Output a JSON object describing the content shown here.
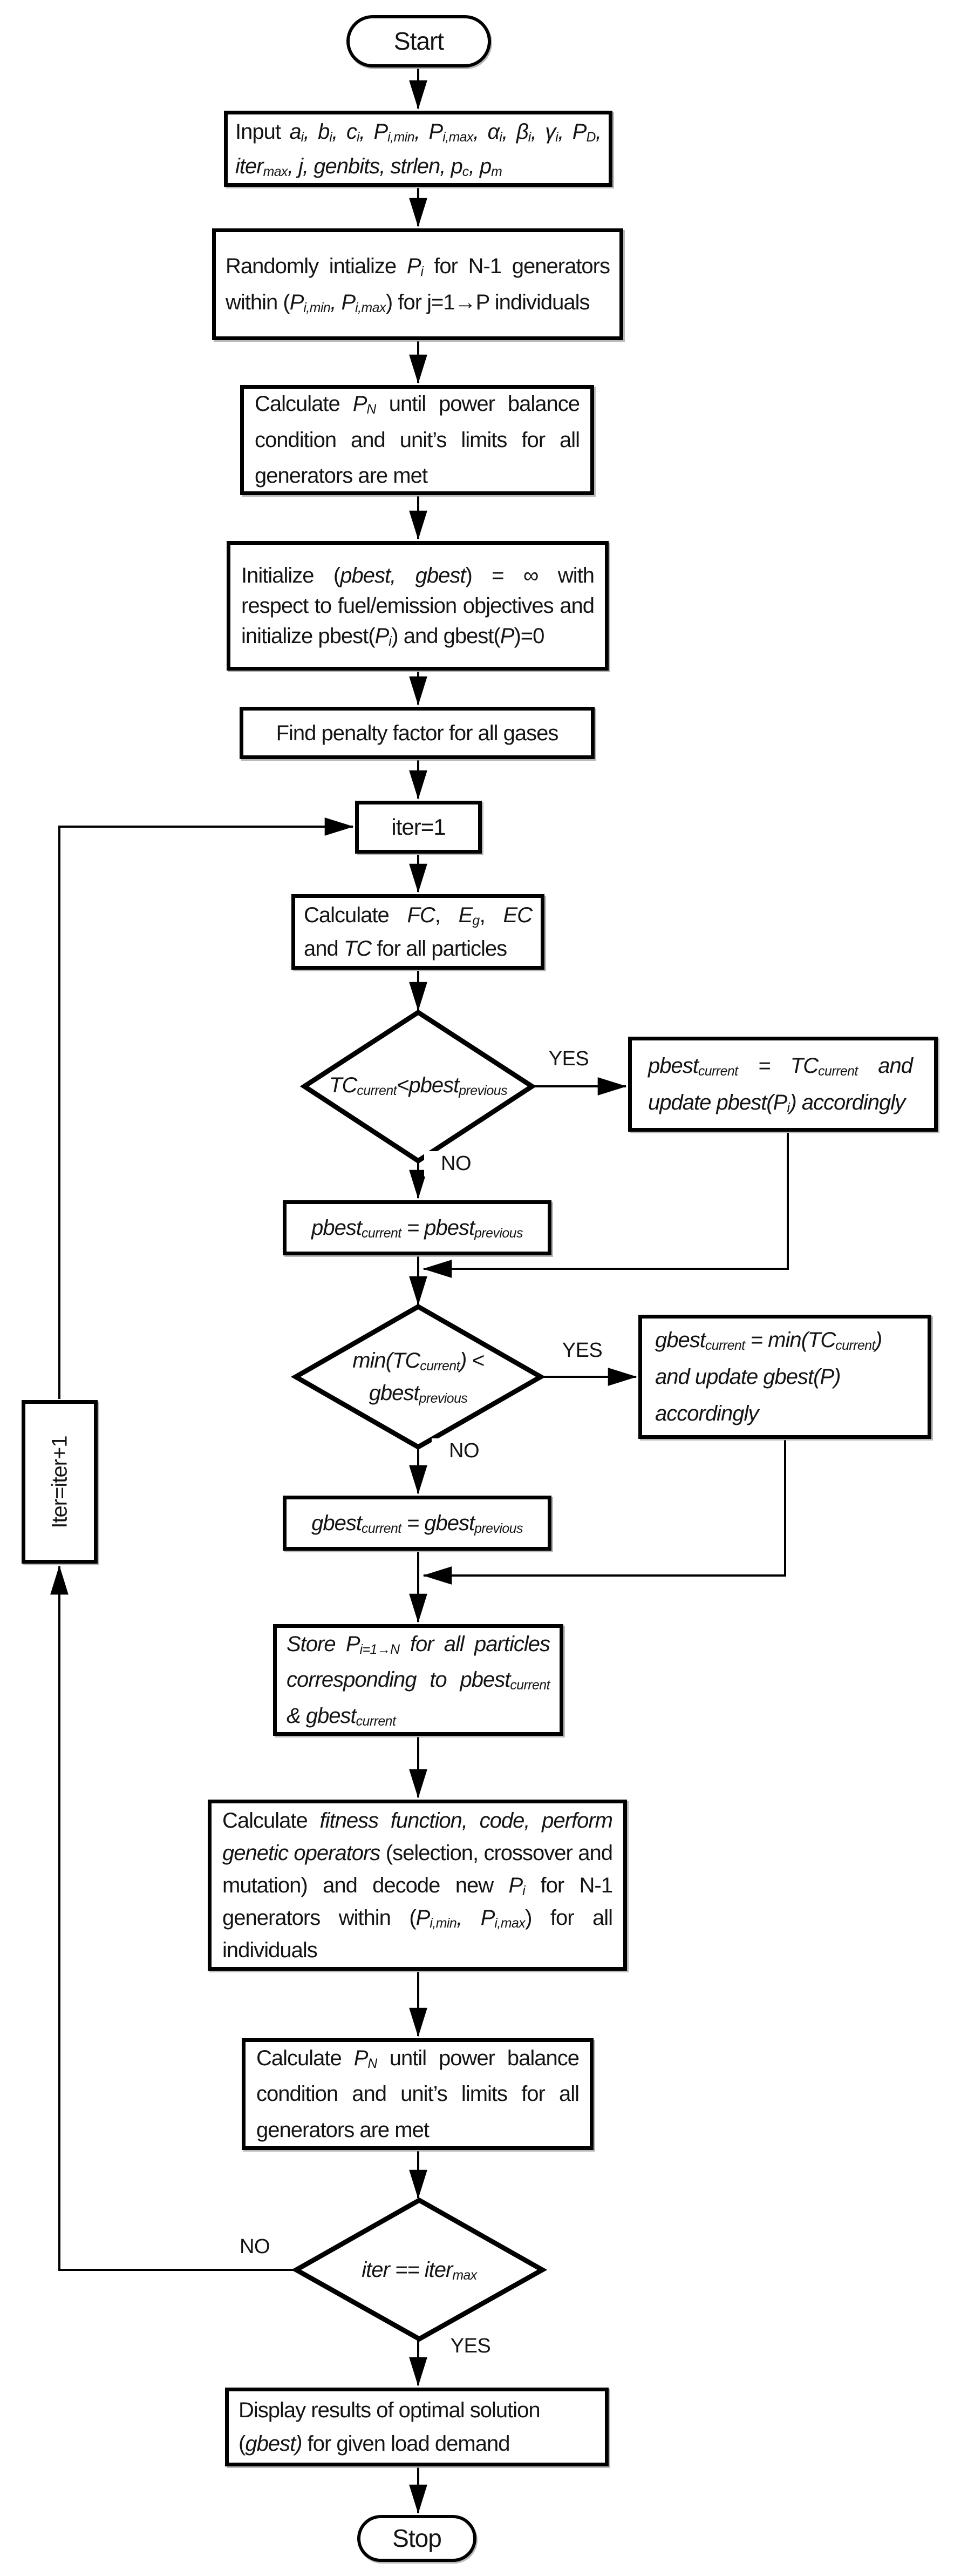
{
  "flowchart": {
    "colors": {
      "stroke": "#000000",
      "fill": "#ffffff",
      "text": "#141414"
    },
    "labels": {
      "yes": "YES",
      "no": "NO"
    },
    "nodes": {
      "start": {
        "type": "terminator",
        "text": "Start"
      },
      "input": {
        "type": "process",
        "html": "Input <i>a<sub>i</sub>, b<sub>i</sub>, c<sub>i</sub>, P<sub>i,min</sub>, P<sub>i,max</sub>, α<sub>i</sub>, β<sub>i</sub>, γ<sub>i</sub>, P<sub>D</sub>, iter<sub>max</sub>, j, genbits, strlen, p<sub>c</sub>, p<sub>m</sub></i>"
      },
      "random_init": {
        "type": "process",
        "html": "Randomly intialize <i>P<sub>i</sub></i> for N-1 generators within (<i>P<sub>i,min</sub>, P<sub>i,max</sub></i>) for j=1→P individuals"
      },
      "calc_pn_1": {
        "type": "process",
        "html": "Calculate <i>P<sub>N</sub></i> until power balance condition and unit’s limits for all generators are met"
      },
      "init_best": {
        "type": "process",
        "html": "Initialize (<i>pbest, gbest</i>) = ∞ with respect to fuel/emission objectives and initialize pbest(<i>P<sub>i</sub></i>) and gbest(<i>P</i>)=0"
      },
      "penalty": {
        "type": "process",
        "html": "Find penalty factor for all gases"
      },
      "iter_init": {
        "type": "process",
        "html": "iter=1"
      },
      "calc_costs": {
        "type": "process",
        "html": "Calculate <i>FC</i>, <i>E<sub>g</sub></i>, <i>EC</i> and <i>TC</i> for all particles"
      },
      "dec_pbest": {
        "type": "decision",
        "html": "<i>TC<sub>current</sub></i> &lt;<br><i>pbest<sub>previous</sub></i>"
      },
      "pbest_update": {
        "type": "process",
        "html": "<i>pbest<sub>current</sub> = TC<sub>current</sub> and update pbest(P<sub>i</sub>) accordingly</i>"
      },
      "pbest_keep": {
        "type": "process",
        "html": "<i>pbest<sub>current</sub> = pbest<sub>previous</sub></i>"
      },
      "dec_gbest": {
        "type": "decision",
        "html": "<i>min(TC<sub>current</sub>) &lt;<br>gbest<sub>previous</sub></i>"
      },
      "gbest_update": {
        "type": "process",
        "html": "<i>gbest<sub>current</sub> = min(TC<sub>current</sub>) and update gbest(P) accordingly</i>"
      },
      "gbest_keep": {
        "type": "process",
        "html": "<i>gbest<sub>current</sub> = gbest<sub>previous</sub></i>"
      },
      "store": {
        "type": "process",
        "html": "<i>Store P<sub>i=1→N</sub> for all particles corresponding to pbest<sub>current</sub> &amp; gbest<sub>current</sub></i>"
      },
      "genetic": {
        "type": "process",
        "html": "Calculate <i>fitness function, code, perform genetic operators</i> (selection, crossover and mutation) and decode new <i>P<sub>i</sub></i> for N-1 generators within (<i>P<sub>i,min</sub>, P<sub>i,max</sub></i>) for all individuals"
      },
      "calc_pn_2": {
        "type": "process",
        "html": "Calculate <i>P<sub>N</sub></i> until power balance condition and unit’s limits for all generators are met"
      },
      "dec_iter": {
        "type": "decision",
        "html": "<i>iter == iter<sub>max</sub></i>"
      },
      "display": {
        "type": "process",
        "html": "Display results of optimal solution (<i>gbest)</i> for given load demand"
      },
      "stop": {
        "type": "terminator",
        "text": "Stop"
      },
      "iter_inc": {
        "type": "process",
        "text": "Iter=iter+1"
      }
    },
    "edges": [
      {
        "from": "start",
        "to": "input"
      },
      {
        "from": "input",
        "to": "random_init"
      },
      {
        "from": "random_init",
        "to": "calc_pn_1"
      },
      {
        "from": "calc_pn_1",
        "to": "init_best"
      },
      {
        "from": "init_best",
        "to": "penalty"
      },
      {
        "from": "penalty",
        "to": "iter_init"
      },
      {
        "from": "iter_init",
        "to": "calc_costs"
      },
      {
        "from": "calc_costs",
        "to": "dec_pbest"
      },
      {
        "from": "dec_pbest",
        "to": "pbest_update",
        "label": "YES"
      },
      {
        "from": "dec_pbest",
        "to": "pbest_keep",
        "label": "NO"
      },
      {
        "from": "pbest_update",
        "to": "dec_gbest"
      },
      {
        "from": "pbest_keep",
        "to": "dec_gbest"
      },
      {
        "from": "dec_gbest",
        "to": "gbest_update",
        "label": "YES"
      },
      {
        "from": "dec_gbest",
        "to": "gbest_keep",
        "label": "NO"
      },
      {
        "from": "gbest_update",
        "to": "store"
      },
      {
        "from": "gbest_keep",
        "to": "store"
      },
      {
        "from": "store",
        "to": "genetic"
      },
      {
        "from": "genetic",
        "to": "calc_pn_2"
      },
      {
        "from": "calc_pn_2",
        "to": "dec_iter"
      },
      {
        "from": "dec_iter",
        "to": "iter_inc",
        "label": "NO"
      },
      {
        "from": "iter_inc",
        "to": "iter_init"
      },
      {
        "from": "dec_iter",
        "to": "display",
        "label": "YES"
      },
      {
        "from": "display",
        "to": "stop"
      }
    ]
  }
}
